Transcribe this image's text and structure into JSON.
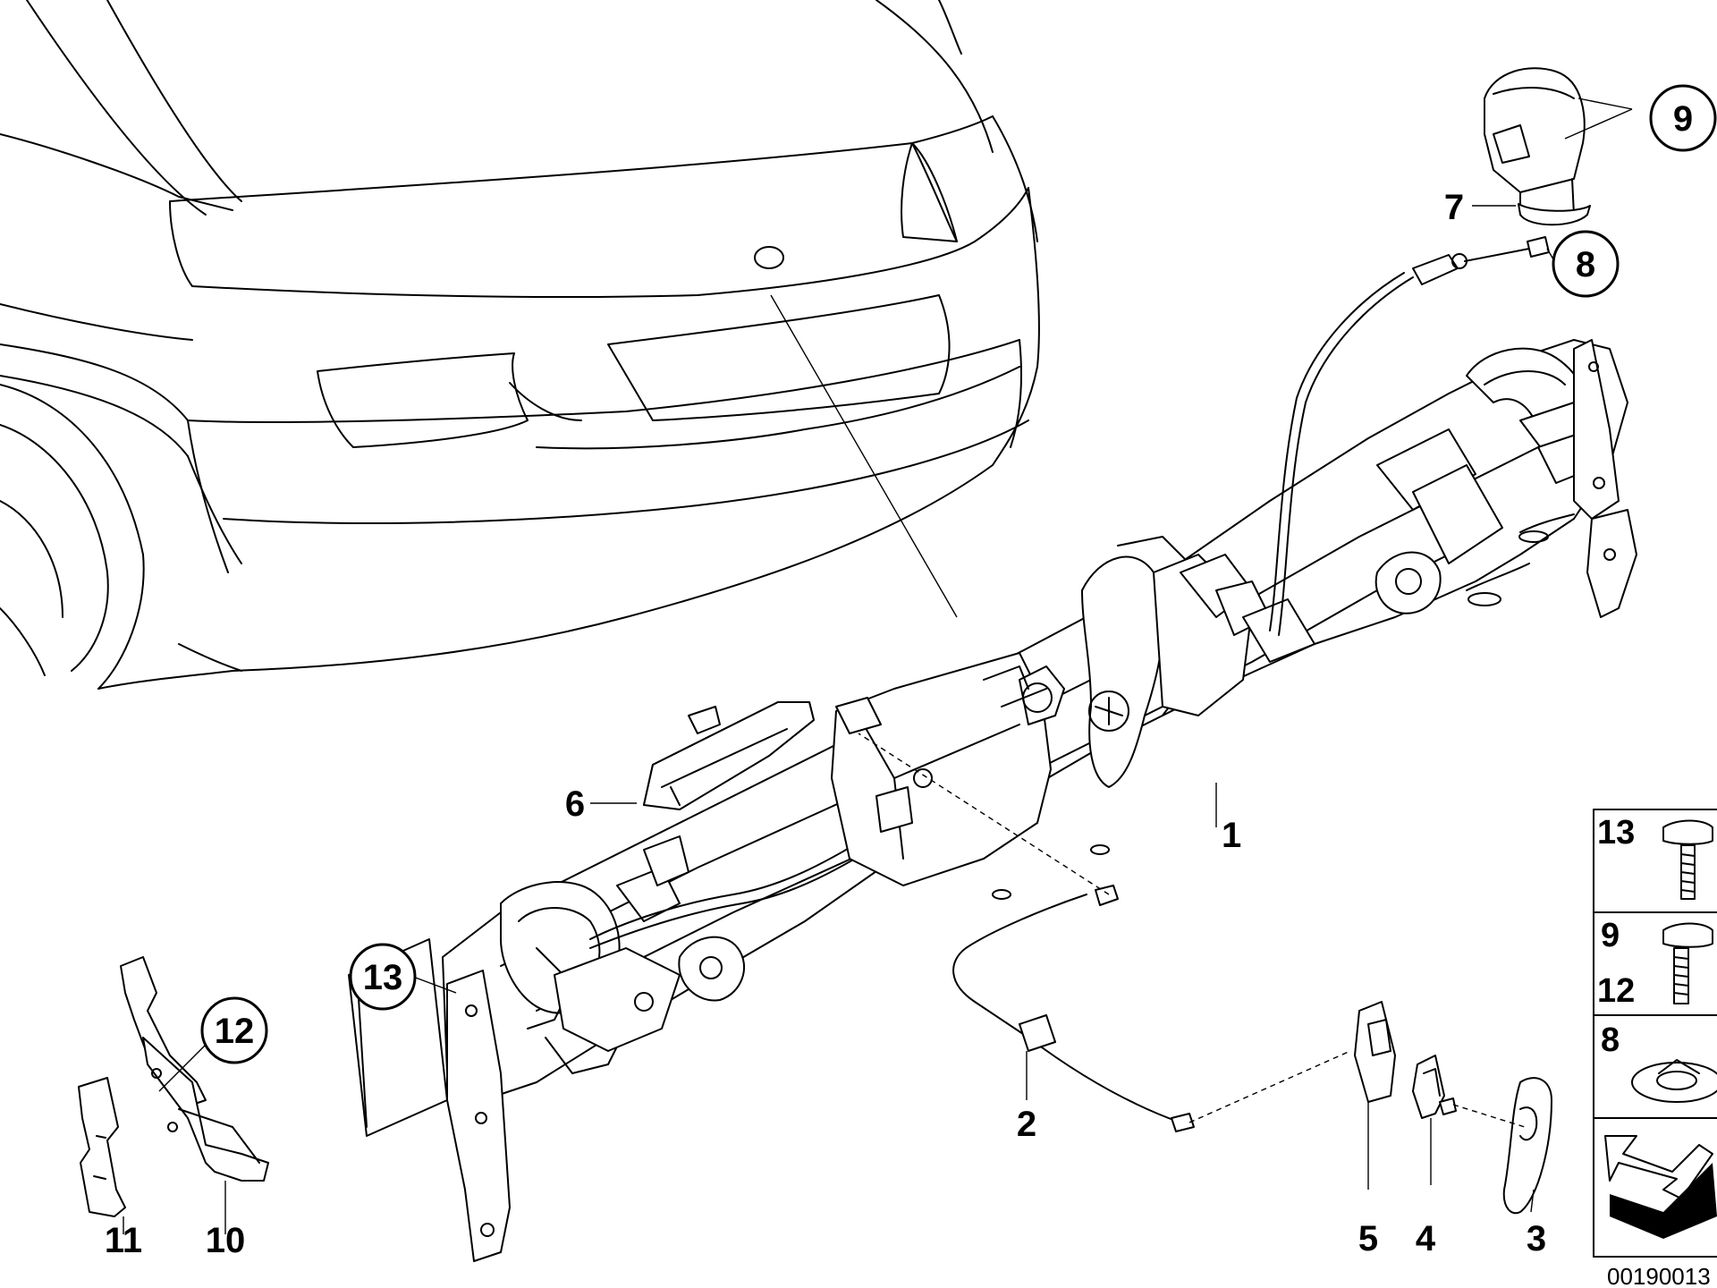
{
  "labels": {
    "l1": "1",
    "l2": "2",
    "l3": "3",
    "l4": "4",
    "l5": "5",
    "l6": "6",
    "l7": "7",
    "l8": "8",
    "l9": "9",
    "l10": "10",
    "l11": "11",
    "l12": "12",
    "l13": "13"
  },
  "legend": {
    "row1": "13",
    "row2a": "9",
    "row2b": "12",
    "row3": "8"
  },
  "diagram_code": "00190013"
}
